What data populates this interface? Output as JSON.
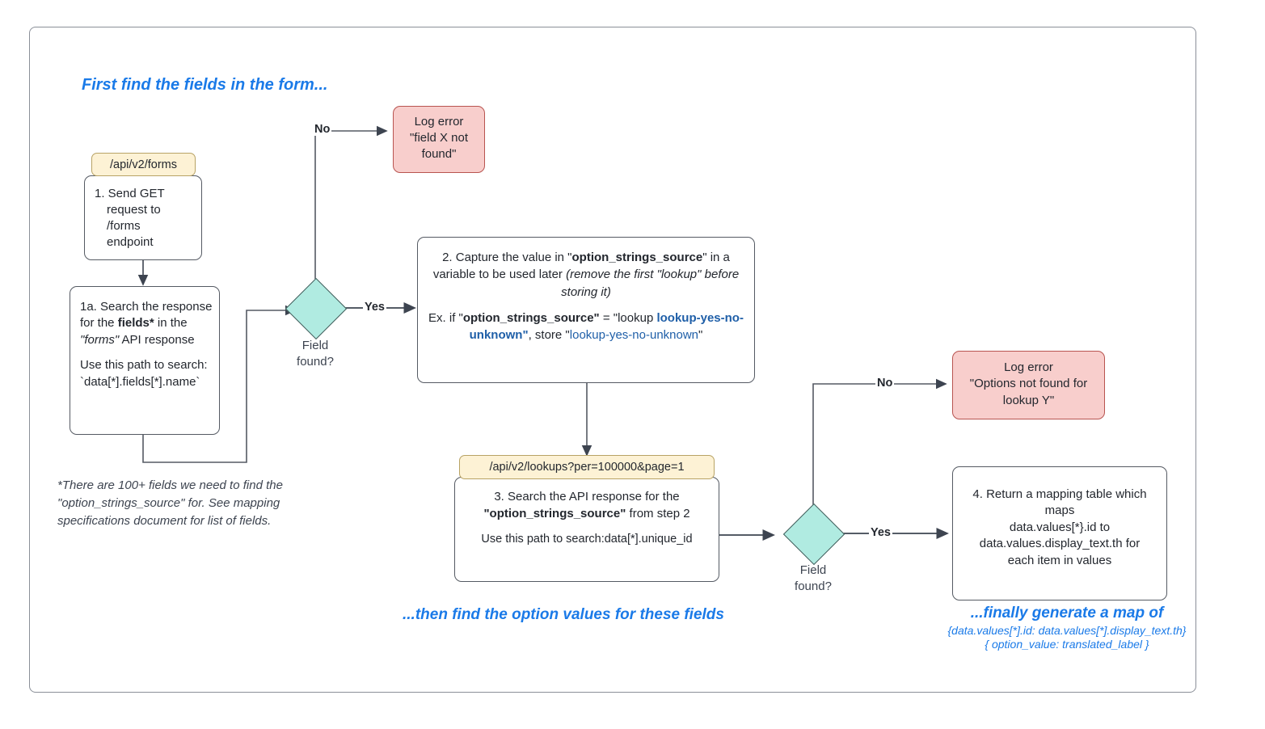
{
  "diagram": {
    "title_captions": {
      "first": "First find the fields in the form...",
      "then": "...then find the option values for these fields",
      "finally": "...finally generate a map of",
      "finally_line2": "{data.values[*].id: data.values[*].display_text.th}",
      "finally_line3": "{ option_value: translated_label }"
    },
    "endpoints": {
      "forms": "/api/v2/forms",
      "lookups": "/api/v2/lookups?per=100000&page=1"
    },
    "nodes": {
      "step1": {
        "line1": "1. Send GET",
        "line2": "request to",
        "line3": "/forms",
        "line4": "endpoint"
      },
      "step1a": {
        "p1_a": "1a. Search the response for the ",
        "p1_b": "fields*",
        "p1_c": " in the ",
        "p1_d": "\"forms\"",
        "p1_e": " API response",
        "p2_a": "Use this path to search:",
        "p2_b": "`data[*].fields[*].name`"
      },
      "step2": {
        "l1_a": "2. Capture the value in \"",
        "l1_b": "option_strings_source",
        "l1_c": "\" in a variable to be used later ",
        "l1_d": "(remove the first \"lookup\" before storing it)",
        "l2_a": "Ex. if \"",
        "l2_b": "option_strings_source\"",
        "l2_c": " = \"lookup ",
        "l2_d": "lookup-yes-no-unknown\"",
        "l2_e": ", store \"",
        "l2_f": "lookup-yes-no-unknown",
        "l2_g": "\""
      },
      "step3": {
        "l1_a": "3. Search the API response for the ",
        "l1_b": "\"option_strings_source\"",
        "l1_c": "  from step 2",
        "l2": "Use this path to search:data[*].unique_id"
      },
      "step4": {
        "l1": "4. Return a mapping table which maps",
        "l2": "data.values[*}.id to",
        "l3": "data.values.display_text.th for",
        "l4": "each item in values"
      },
      "error1": {
        "l1": "Log error",
        "l2": "\"field X not",
        "l3": "found\""
      },
      "error2": {
        "l1": "Log error",
        "l2": "\"Options not found for",
        "l3": "lookup Y\""
      },
      "decision1": {
        "l1": "Field",
        "l2": "found?"
      },
      "decision2": {
        "l1": "Field",
        "l2": "found?"
      }
    },
    "edge_labels": {
      "no_1": "No",
      "yes_1": "Yes",
      "no_2": "No",
      "yes_2": "Yes"
    },
    "footnote": {
      "l1": "*There are 100+ fields we need to find the",
      "l2": "\"option_strings_source\" for. See mapping",
      "l3": "specifications document for list of fields."
    },
    "colors": {
      "accent_blue": "#1a7ae8",
      "decision_fill": "#b0ebe1",
      "error_fill": "#f8cecc",
      "endpoint_fill": "#fdf2d5",
      "stroke": "#555a63"
    }
  }
}
